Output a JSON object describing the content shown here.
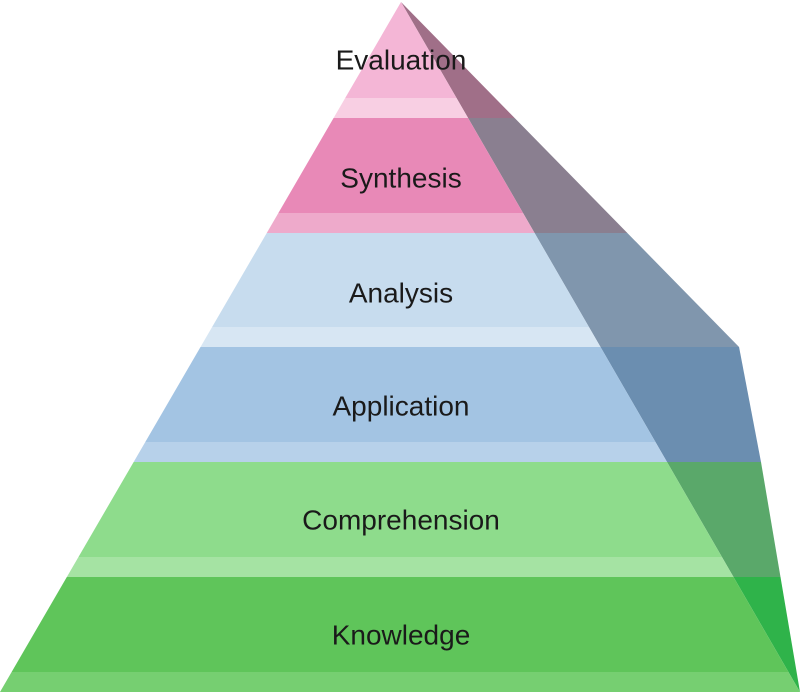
{
  "pyramid": {
    "levels": [
      {
        "label": "Evaluation",
        "color": "#f4b6d6",
        "band_color": "#f8cfe3"
      },
      {
        "label": "Synthesis",
        "color": "#e889b7",
        "band_color": "#eeaacb"
      },
      {
        "label": "Analysis",
        "color": "#c7dcee",
        "band_color": "#d7e6f3"
      },
      {
        "label": "Application",
        "color": "#a3c4e3",
        "band_color": "#b7d1ea"
      },
      {
        "label": "Comprehension",
        "color": "#8edc8c",
        "band_color": "#a5e3a3"
      },
      {
        "label": "Knowledge",
        "color": "#5fc55a",
        "band_color": "#76cf71"
      }
    ],
    "side_colors": [
      "#a06f88",
      "#8a7f90",
      "#8096ad",
      "#6b8eb0",
      "#5aa86a",
      "#2fb34a"
    ]
  }
}
